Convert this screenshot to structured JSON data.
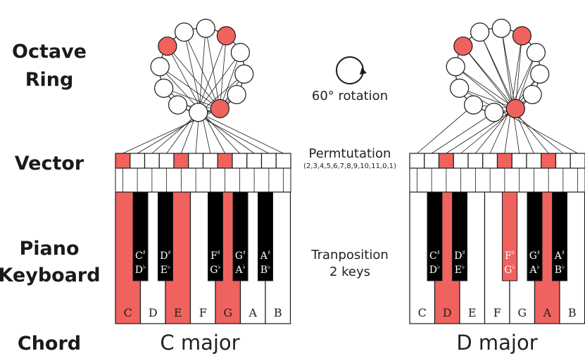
{
  "labels": {
    "octave_ring_line1": "Octave",
    "octave_ring_line2": "Ring",
    "vector": "Vector",
    "piano_line1": "Piano",
    "piano_line2": "Keyboard",
    "chord": "Chord"
  },
  "middle": {
    "rotation": "60° rotation",
    "permutation": "Permtutation",
    "permutation_tuple": "(2,3,4,5,6,7,8,9,10,11,0,1)",
    "transposition_line1": "Tranposition",
    "transposition_line2": "2 keys"
  },
  "colors": {
    "highlight": "#f0625e",
    "white": "#ffffff",
    "black": "#000000",
    "stroke": "#1a1a1a"
  },
  "white_key_names": [
    "C",
    "D",
    "E",
    "F",
    "G",
    "A",
    "B"
  ],
  "black_key_names": [
    {
      "sharp": "C",
      "flat": "D"
    },
    {
      "sharp": "D",
      "flat": "E"
    },
    {
      "sharp": "F",
      "flat": "G"
    },
    {
      "sharp": "G",
      "flat": "A"
    },
    {
      "sharp": "A",
      "flat": "B"
    }
  ],
  "accidentals": {
    "sharp": "♯",
    "flat": "♭"
  },
  "panels": [
    {
      "chord": "C major",
      "ring_highlight": [
        0,
        4,
        7
      ],
      "vector_highlight": [
        0,
        4,
        7
      ],
      "white_key_highlight": [
        0,
        2,
        4
      ],
      "black_key_highlight": []
    },
    {
      "chord": "D major",
      "ring_highlight": [
        2,
        6,
        9
      ],
      "vector_highlight": [
        2,
        6,
        9
      ],
      "white_key_highlight": [
        1,
        5
      ],
      "black_key_highlight": [
        2
      ]
    }
  ]
}
